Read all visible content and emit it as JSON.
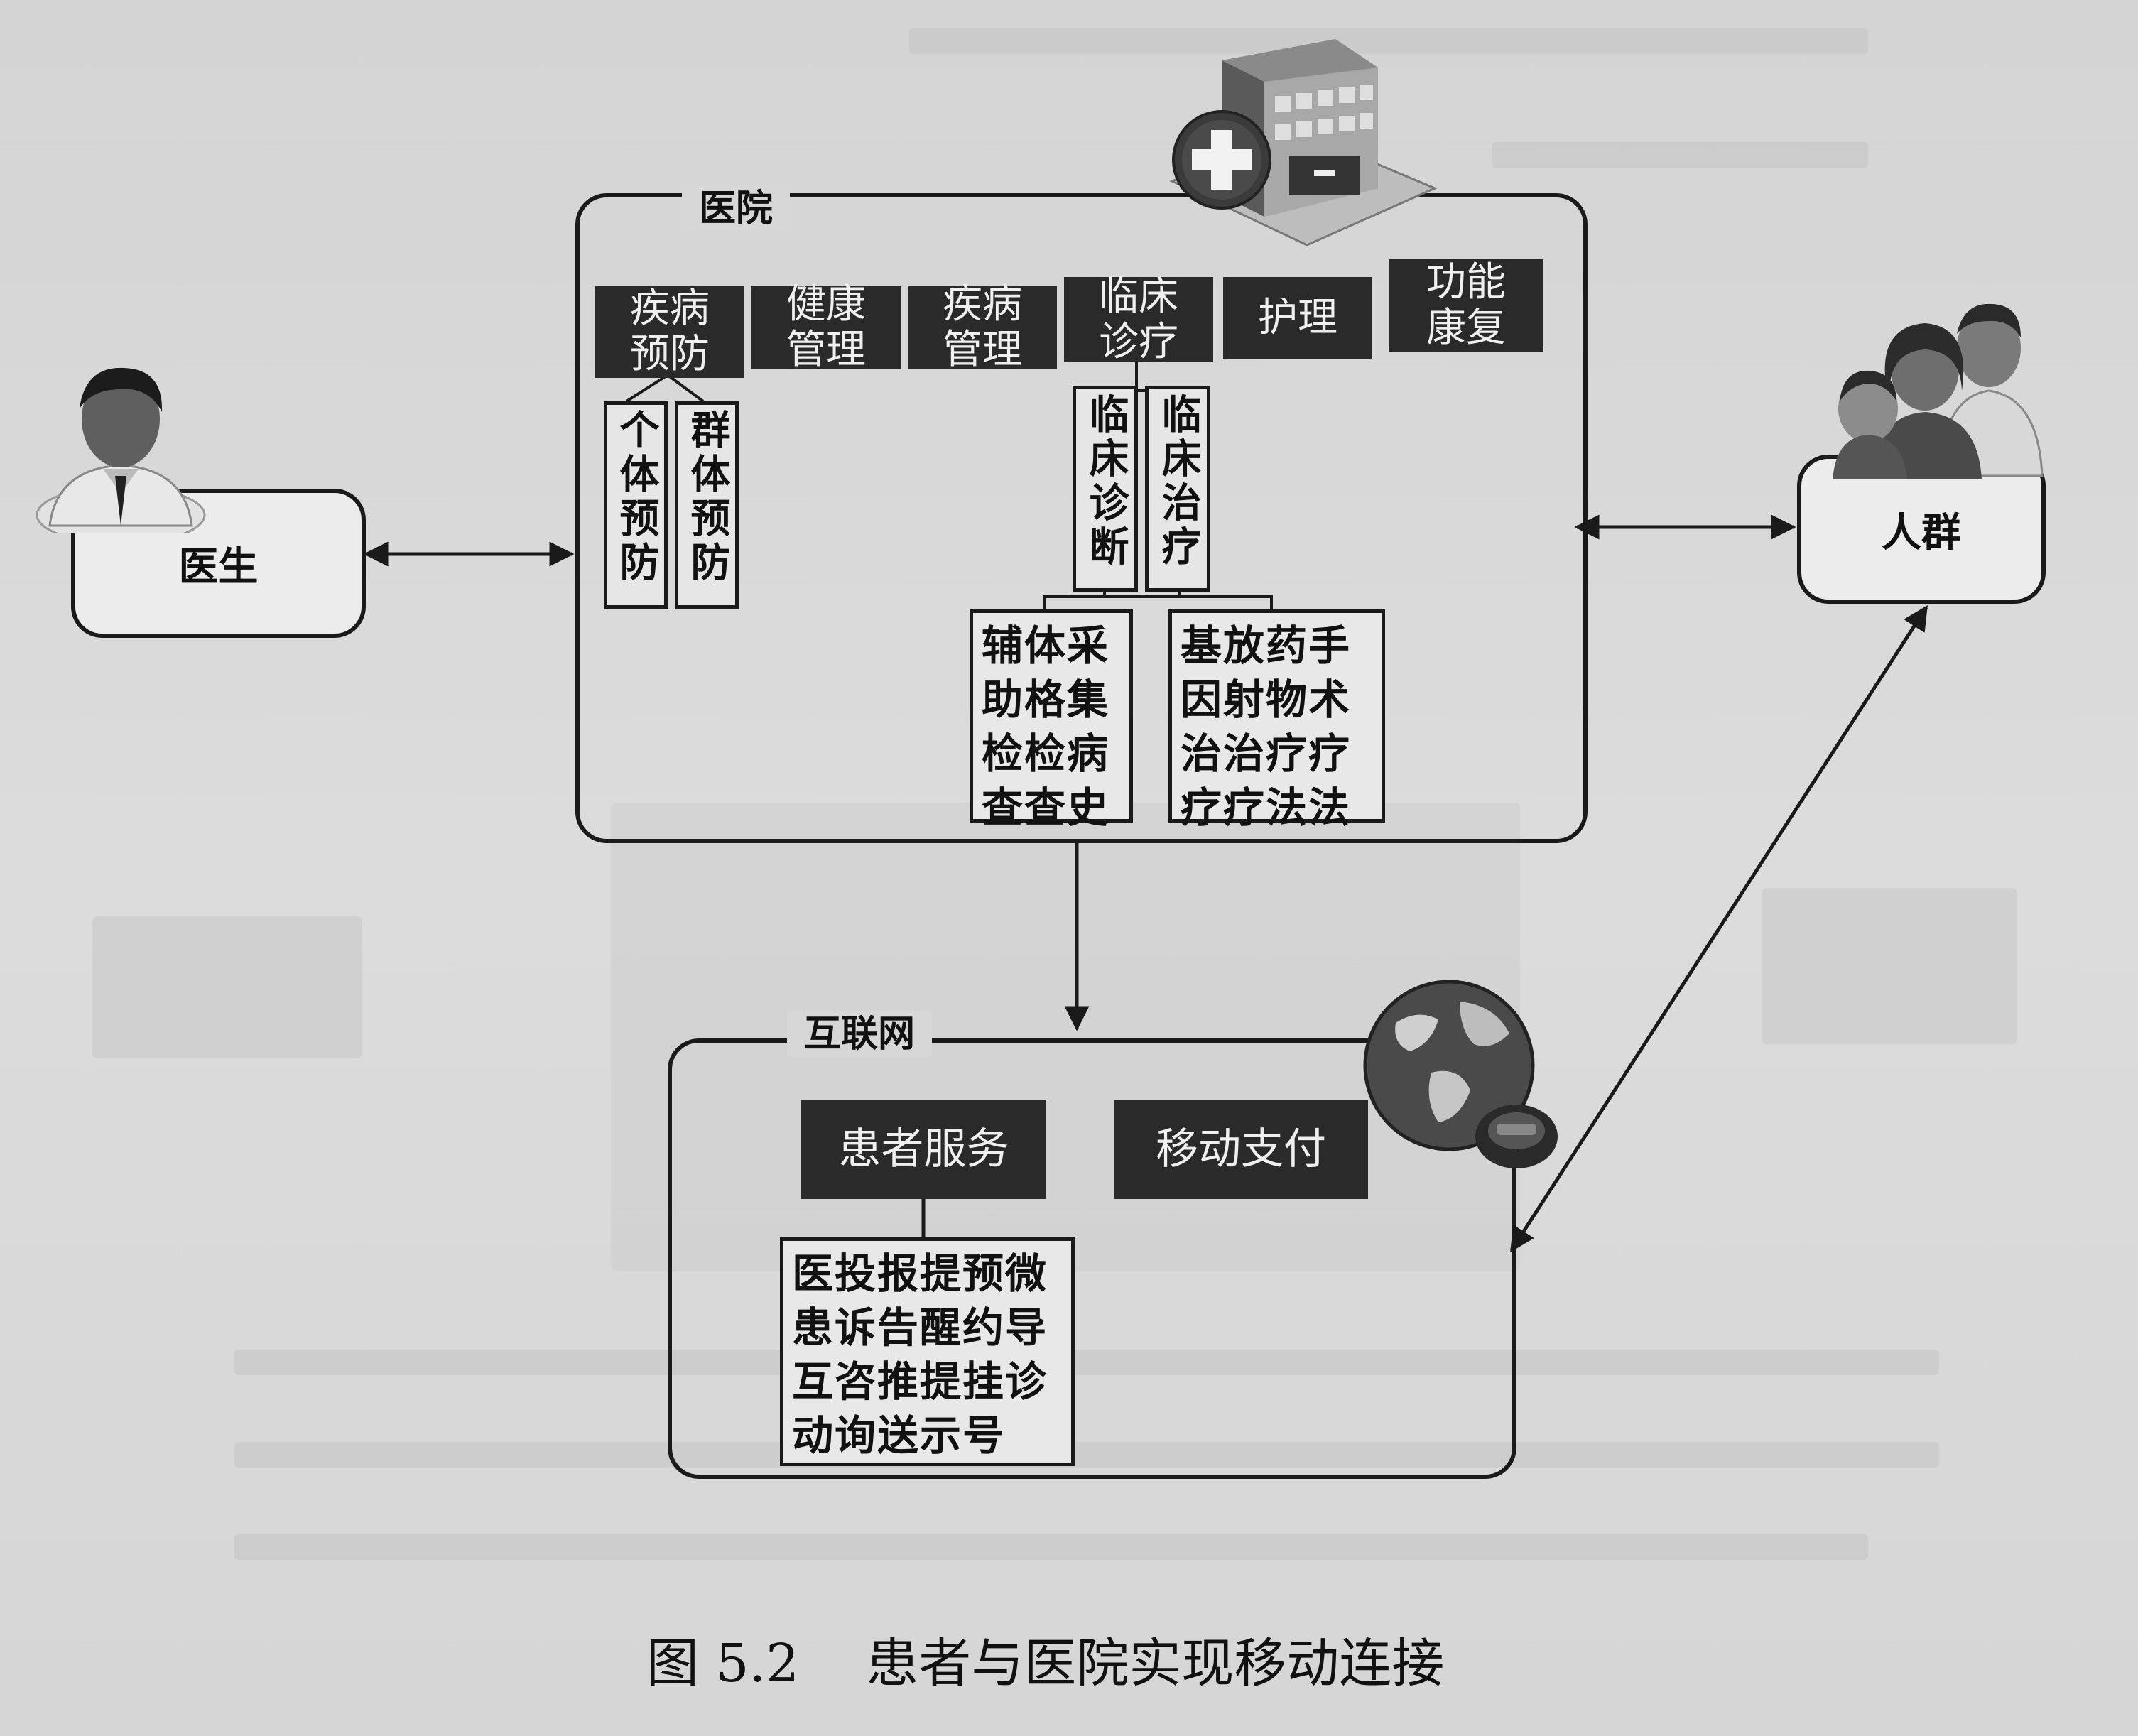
{
  "hospital": {
    "title": "医院",
    "categories": [
      "疾病\n预防",
      "健康\n管理",
      "疾病\n管理",
      "临床\n诊疗",
      "护理",
      "功能\n康复"
    ],
    "prevention_sub": [
      "个体预防",
      "群体预防"
    ],
    "clinical_sub": [
      "临床诊断",
      "临床治疗"
    ],
    "diagnosis_methods": "辅体采\n助格集\n检检病\n查查史",
    "treatment_methods": "基放药手\n因射物术\n治治疗疗\n疗疗法法"
  },
  "doctor": {
    "label": "医生"
  },
  "population": {
    "label": "人群"
  },
  "internet": {
    "title": "互联网",
    "services": [
      "患者服务",
      "移动支付"
    ],
    "patient_service_items": "医投报提预微\n患诉告醒约导\n互咨推提挂诊\n动询送示号"
  },
  "caption": "图 5.2    患者与医院实现移动连接",
  "icons": [
    "doctor-icon",
    "hospital-building-icon",
    "people-group-icon",
    "globe-icon"
  ]
}
